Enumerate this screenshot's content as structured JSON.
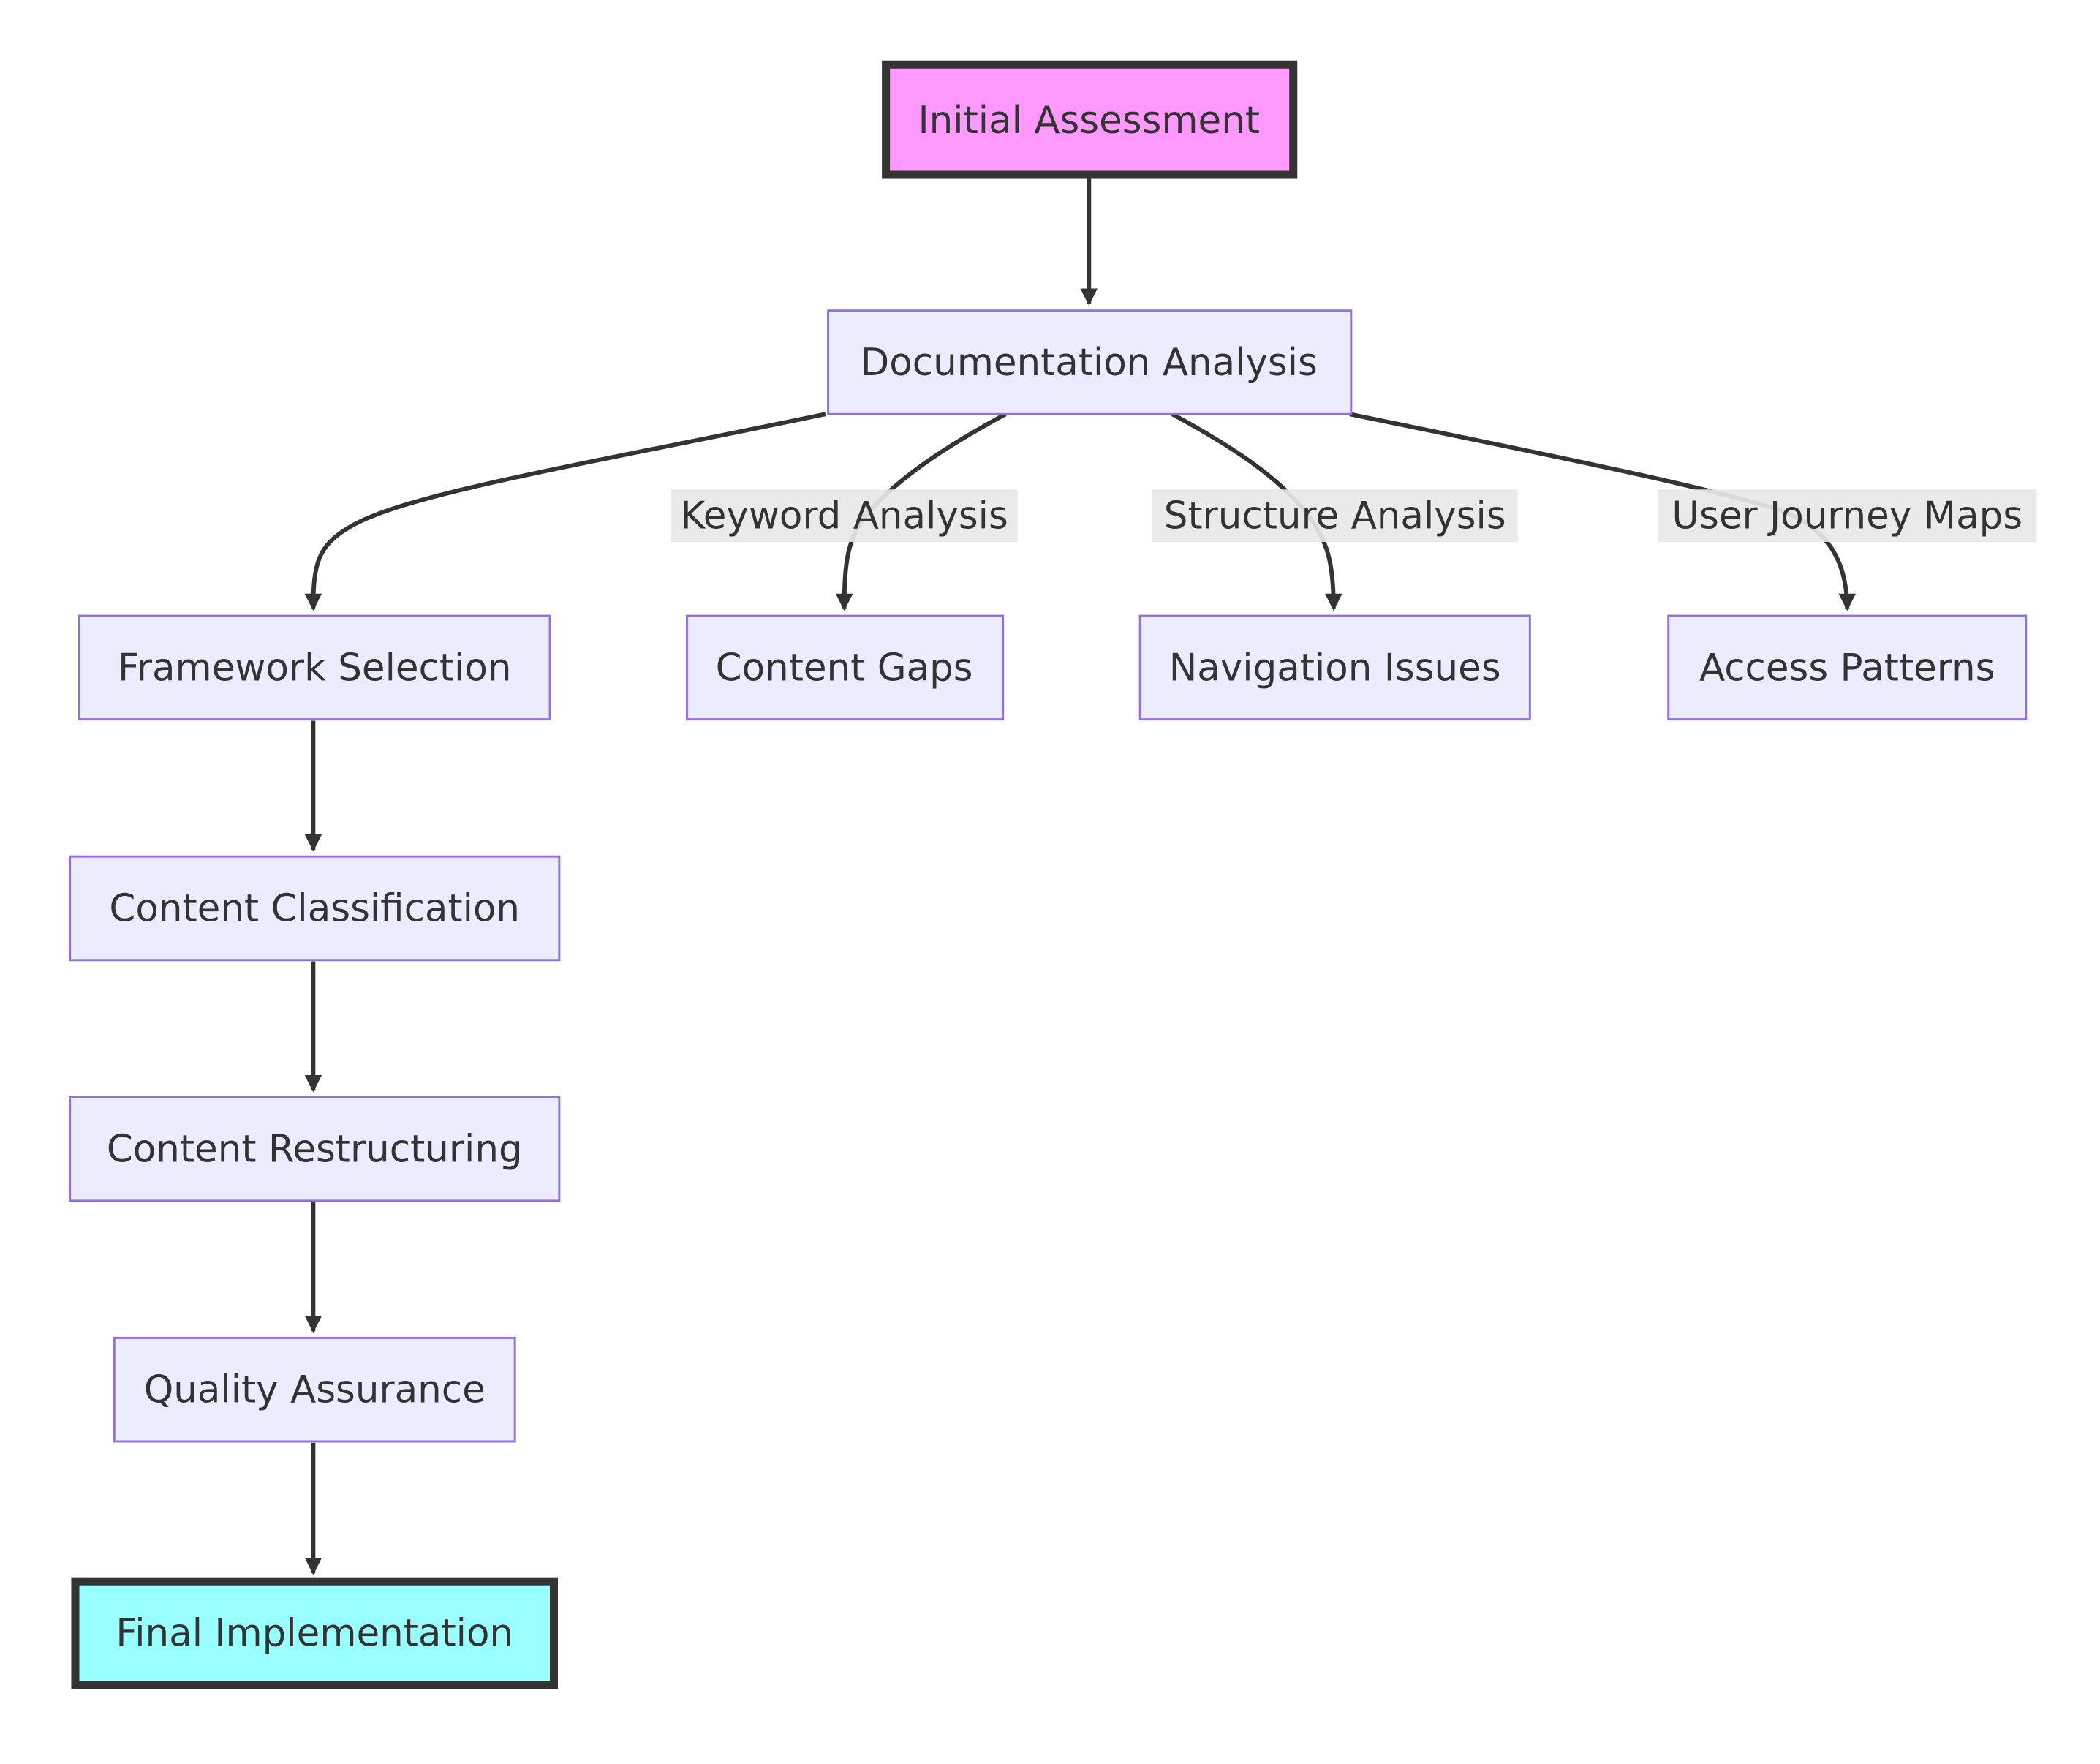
{
  "diagram": {
    "type": "flowchart",
    "direction": "top-down",
    "colors": {
      "start_fill": "#FF99FF",
      "end_fill": "#99FFFF",
      "node_fill": "#ECECFF",
      "node_border": "#9370DB",
      "edge": "#333333",
      "label_bg": "#E8E8E8"
    },
    "nodes": {
      "initial_assessment": "Initial Assessment",
      "documentation_analysis": "Documentation Analysis",
      "framework_selection": "Framework Selection",
      "content_gaps": "Content Gaps",
      "navigation_issues": "Navigation Issues",
      "access_patterns": "Access Patterns",
      "content_classification": "Content Classification",
      "content_restructuring": "Content Restructuring",
      "quality_assurance": "Quality Assurance",
      "final_implementation": "Final Implementation"
    },
    "edges": [
      {
        "from": "Initial Assessment",
        "to": "Documentation Analysis",
        "label": ""
      },
      {
        "from": "Documentation Analysis",
        "to": "Framework Selection",
        "label": ""
      },
      {
        "from": "Documentation Analysis",
        "to": "Content Gaps",
        "label": "Keyword Analysis"
      },
      {
        "from": "Documentation Analysis",
        "to": "Navigation Issues",
        "label": "Structure Analysis"
      },
      {
        "from": "Documentation Analysis",
        "to": "Access Patterns",
        "label": "User Journey Maps"
      },
      {
        "from": "Framework Selection",
        "to": "Content Classification",
        "label": ""
      },
      {
        "from": "Content Classification",
        "to": "Content Restructuring",
        "label": ""
      },
      {
        "from": "Content Restructuring",
        "to": "Quality Assurance",
        "label": ""
      },
      {
        "from": "Quality Assurance",
        "to": "Final Implementation",
        "label": ""
      }
    ],
    "edge_labels": {
      "keyword_analysis": "Keyword Analysis",
      "structure_analysis": "Structure Analysis",
      "user_journey_maps": "User Journey Maps"
    }
  }
}
